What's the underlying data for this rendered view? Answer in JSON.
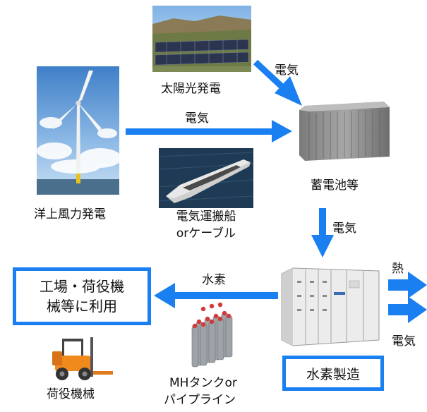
{
  "nodes": {
    "solar": {
      "label": "太陽光発電"
    },
    "wind": {
      "label": "洋上風力発電"
    },
    "ship": {
      "label_line1": "電気運搬船",
      "label_line2": "orケーブル"
    },
    "battery": {
      "label": "蓄電池等"
    },
    "hydrogen_production": {
      "label": "水素製造"
    },
    "factory_use": {
      "label_line1": "工場・荷役機",
      "label_line2": "械等に利用"
    },
    "mh_tank": {
      "label_line1": "MHタンクor",
      "label_line2": "パイプライン"
    },
    "forklift": {
      "label": "荷役機械"
    }
  },
  "arrows": {
    "solar_to_battery": {
      "label": "電気"
    },
    "wind_to_battery": {
      "label": "電気"
    },
    "battery_to_hydrogen": {
      "label": "電気"
    },
    "hydrogen_to_factory": {
      "label": "水素"
    },
    "heat_out": {
      "label": "熱"
    },
    "electricity_out": {
      "label": "電気"
    }
  },
  "colors": {
    "arrow": "#1a7ff0",
    "box_border": "#1a7ff0"
  }
}
